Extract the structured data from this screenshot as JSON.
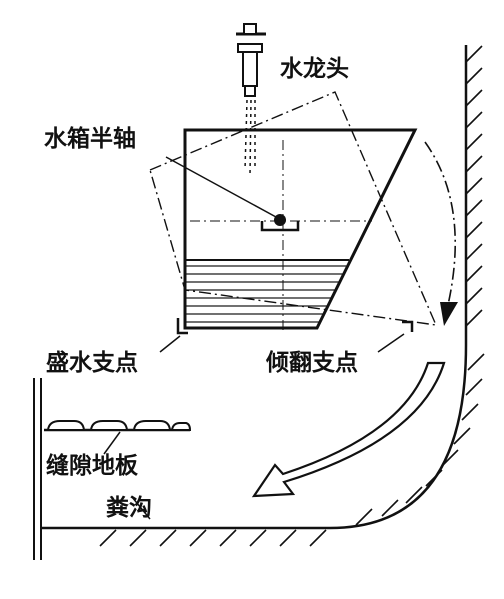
{
  "labels": {
    "faucet": "水龙头",
    "tank_axle": "水箱半轴",
    "fill_pivot": "盛水支点",
    "tip_pivot": "倾翻支点",
    "slatted_floor": "缝隙地板",
    "manure_channel": "粪沟"
  },
  "colors": {
    "ink": "#111111",
    "paper": "#ffffff"
  }
}
